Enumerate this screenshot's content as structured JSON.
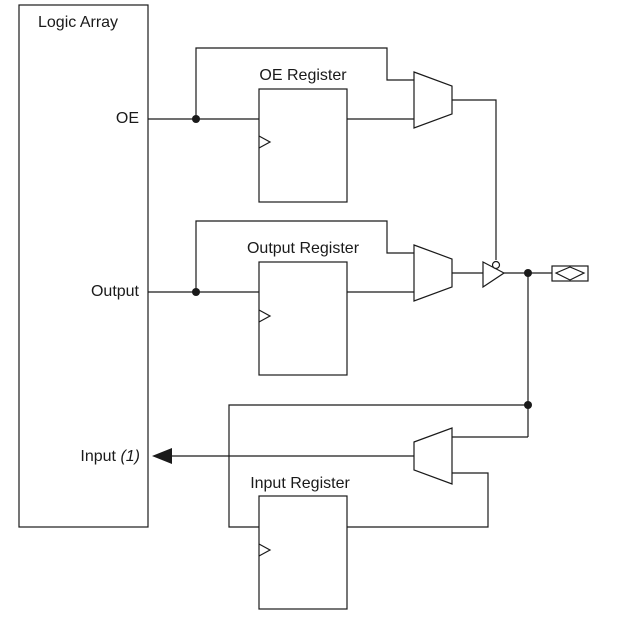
{
  "labels": {
    "logic_array": "Logic Array",
    "oe": "OE",
    "output": "Output",
    "input": "Input",
    "input_note": "(1)",
    "oe_register": "OE Register",
    "output_register": "Output Register",
    "input_register": "Input Register"
  }
}
